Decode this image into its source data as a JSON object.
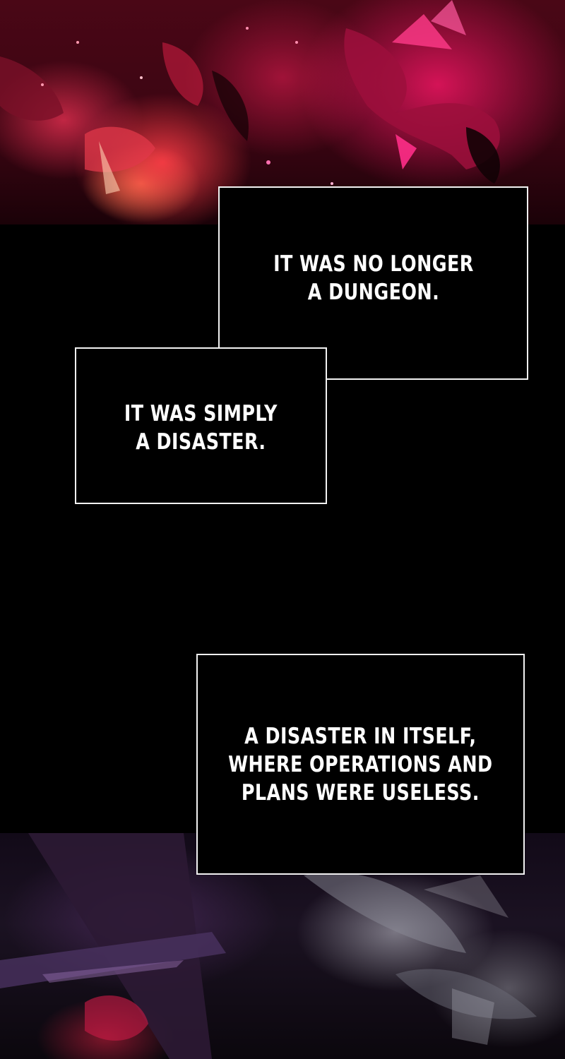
{
  "panels": {
    "top_art": {
      "name": "red-monster-artwork",
      "accent": "#d81e5b"
    },
    "bottom_art": {
      "name": "dark-creature-artwork",
      "accent": "#6a3b7c"
    }
  },
  "narration": [
    {
      "id": "box-1",
      "text": "IT WAS NO LONGER\nA DUNGEON."
    },
    {
      "id": "box-2",
      "text": "IT WAS SIMPLY\nA DISASTER."
    },
    {
      "id": "box-3",
      "text": "A DISASTER IN ITSELF,\nWHERE OPERATIONS AND\nPLANS WERE USELESS."
    }
  ],
  "colors": {
    "background": "#000000",
    "box_border": "#f2f2f2",
    "text": "#ffffff"
  }
}
